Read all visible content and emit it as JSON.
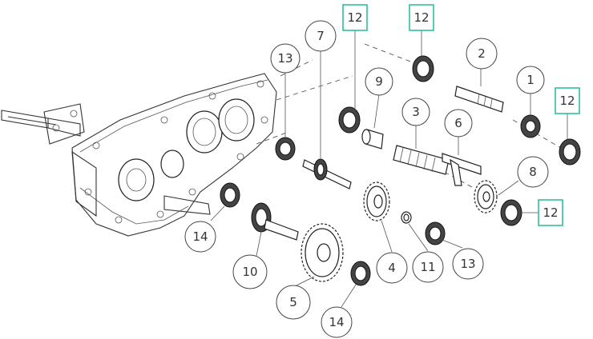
{
  "callouts": {
    "c1": "1",
    "c2": "2",
    "c3": "3",
    "c4": "4",
    "c5": "5",
    "c6": "6",
    "c7": "7",
    "c8": "8",
    "c9": "9",
    "c10": "10",
    "c11": "11",
    "c13a": "13",
    "c13b": "13",
    "c14a": "14",
    "c14b": "14",
    "c12a": "12",
    "c12b": "12",
    "c12c": "12",
    "c12d": "12"
  },
  "colors": {
    "highlight_box": "#2fbf9b",
    "line": "#333333"
  }
}
